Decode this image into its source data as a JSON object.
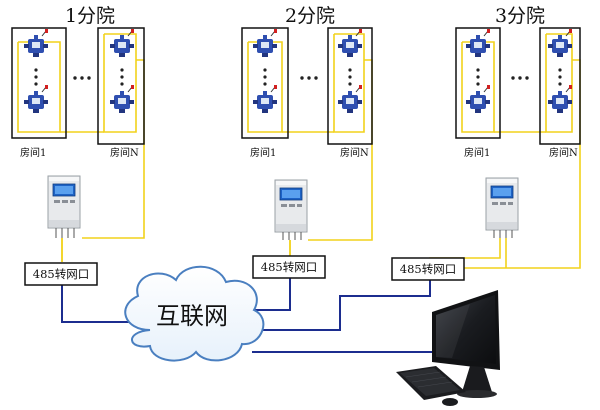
{
  "branches": [
    {
      "title": "1分院",
      "room_first": "房间1",
      "room_last": "房间N"
    },
    {
      "title": "2分院",
      "room_first": "房间1",
      "room_last": "房间N"
    },
    {
      "title": "3分院",
      "room_first": "房间1",
      "room_last": "房间N"
    }
  ],
  "converters": [
    {
      "label": "485转网口"
    },
    {
      "label": "485转网口"
    },
    {
      "label": "485转网口"
    }
  ],
  "cloud": {
    "label": "互联网"
  },
  "icons": {
    "detector": "gas-detector-icon",
    "controller": "alarm-controller-icon",
    "computer": "desktop-computer-icon",
    "cloud": "cloud-icon"
  },
  "colors": {
    "signal_wire": "#f2d21b",
    "network_wire": "#1c2d8f",
    "detector_body": "#2f4fb0",
    "frame": "#111111"
  }
}
